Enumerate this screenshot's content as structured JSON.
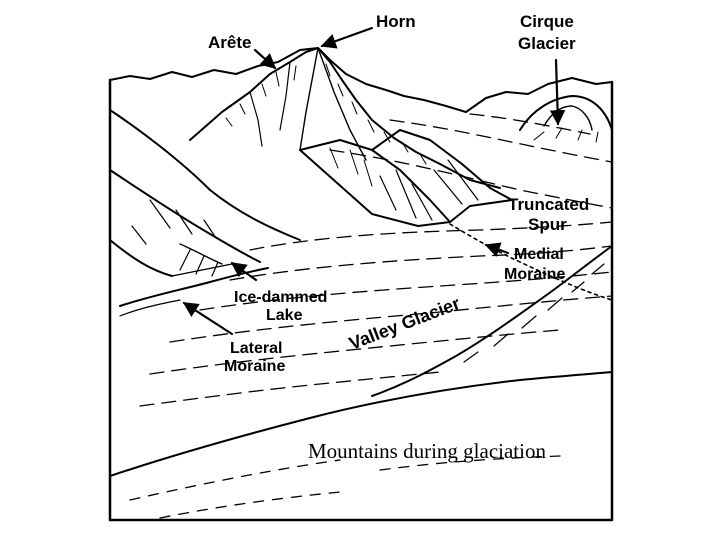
{
  "labels": {
    "arete": "Arête",
    "horn": "Horn",
    "cirque_line1": "Cirque",
    "cirque_line2": "Glacier",
    "truncated_line1": "Truncated",
    "truncated_line2": "Spur",
    "medial_line1": "Medial",
    "medial_line2": "Moraine",
    "ice_line1": "Ice-dammed",
    "ice_line2": "Lake",
    "valley_glacier": "Valley Glacier",
    "lateral_line1": "Lateral",
    "lateral_line2": "Moraine"
  },
  "caption": "Mountains during glaciation"
}
